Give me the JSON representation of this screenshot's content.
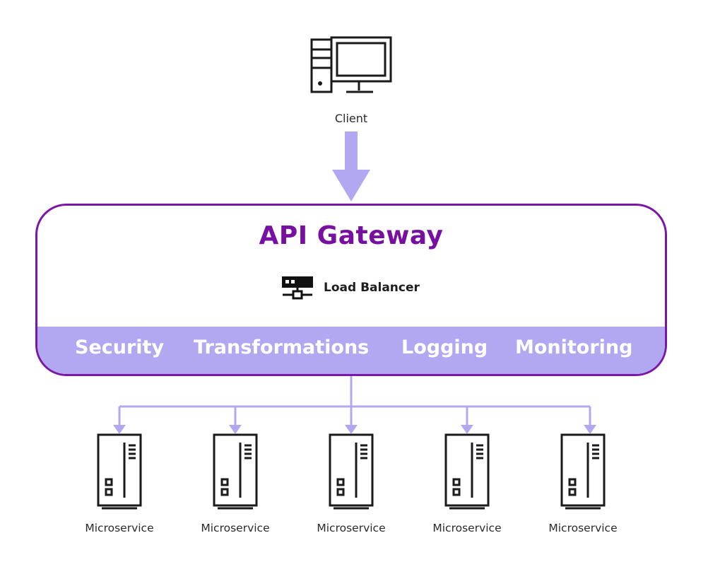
{
  "client": {
    "label": "Client",
    "icon": "desktop-computer-icon"
  },
  "gateway": {
    "title": "API Gateway",
    "load_balancer": {
      "label": "Load Balancer",
      "icon": "load-balancer-icon"
    },
    "features": [
      "Security",
      "Transformations",
      "Logging",
      "Monitoring"
    ]
  },
  "microservices": [
    {
      "label": "Microservice",
      "icon": "server-icon"
    },
    {
      "label": "Microservice",
      "icon": "server-icon"
    },
    {
      "label": "Microservice",
      "icon": "server-icon"
    },
    {
      "label": "Microservice",
      "icon": "server-icon"
    },
    {
      "label": "Microservice",
      "icon": "server-icon"
    }
  ],
  "colors": {
    "gateway_border": "#7b17a6",
    "gateway_title": "#7710a0",
    "feature_bar": "#b1a8f1",
    "arrow": "#b1a8f1",
    "icon_stroke": "#1a1a1a"
  }
}
